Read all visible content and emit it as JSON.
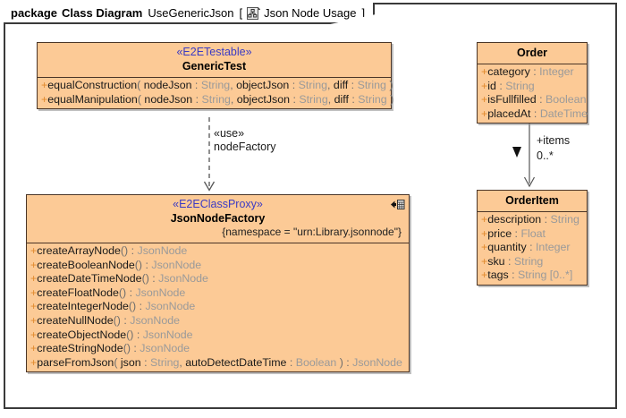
{
  "frame": {
    "keyword": "package",
    "diagram_type": "Class Diagram",
    "diagram_name": "UseGenericJson",
    "bracket_open": "[",
    "bracket_close": "]",
    "view_name": "Json Node Usage",
    "icon": "class-diagram-icon"
  },
  "colors": {
    "class_fill": "#fcca96",
    "class_border": "#4a3527",
    "stereotype": "#3b3bc4",
    "visibility": "#e08a2e",
    "type_text": "#9a9a9a",
    "frame_border": "#3a3a3a",
    "page_background": "#ffffff"
  },
  "classes": [
    {
      "id": "generic-test",
      "stereotype": "«E2ETestable»",
      "name": "GenericTest",
      "tagged_values": "",
      "attributes": [],
      "operations": [
        {
          "visibility": "+",
          "name": "equalConstruction",
          "signature": "( nodeJson : String, objectJson : String, diff : String )",
          "params": [
            {
              "name": "nodeJson",
              "type": "String"
            },
            {
              "name": "objectJson",
              "type": "String"
            },
            {
              "name": "diff",
              "type": "String"
            }
          ],
          "return": ""
        },
        {
          "visibility": "+",
          "name": "equalManipulation",
          "signature": "( nodeJson : String, objectJson : String, diff : String )",
          "params": [
            {
              "name": "nodeJson",
              "type": "String"
            },
            {
              "name": "objectJson",
              "type": "String"
            },
            {
              "name": "diff",
              "type": "String"
            }
          ],
          "return": ""
        }
      ]
    },
    {
      "id": "json-node-factory",
      "stereotype": "«E2EClassProxy»",
      "name": "JsonNodeFactory",
      "tagged_values": "{namespace = \"urn:Library.jsonnode\"}",
      "icon": "class-proxy-icon",
      "attributes": [],
      "operations": [
        {
          "visibility": "+",
          "name": "createArrayNode",
          "signature": "()",
          "return": "JsonNode"
        },
        {
          "visibility": "+",
          "name": "createBooleanNode",
          "signature": "()",
          "return": "JsonNode"
        },
        {
          "visibility": "+",
          "name": "createDateTimeNode",
          "signature": "()",
          "return": "JsonNode"
        },
        {
          "visibility": "+",
          "name": "createFloatNode",
          "signature": "()",
          "return": "JsonNode"
        },
        {
          "visibility": "+",
          "name": "createIntegerNode",
          "signature": "()",
          "return": "JsonNode"
        },
        {
          "visibility": "+",
          "name": "createNullNode",
          "signature": "()",
          "return": "JsonNode"
        },
        {
          "visibility": "+",
          "name": "createObjectNode",
          "signature": "()",
          "return": "JsonNode"
        },
        {
          "visibility": "+",
          "name": "createStringNode",
          "signature": "()",
          "return": "JsonNode"
        },
        {
          "visibility": "+",
          "name": "parseFromJson",
          "signature": "( json : String, autoDetectDateTime : Boolean )",
          "params": [
            {
              "name": "json",
              "type": "String"
            },
            {
              "name": "autoDetectDateTime",
              "type": "Boolean"
            }
          ],
          "return": "JsonNode"
        }
      ]
    },
    {
      "id": "order",
      "stereotype": "",
      "name": "Order",
      "tagged_values": "",
      "attributes": [
        {
          "visibility": "+",
          "name": "category",
          "type": "Integer"
        },
        {
          "visibility": "+",
          "name": "id",
          "type": "String"
        },
        {
          "visibility": "+",
          "name": "isFullfilled",
          "type": "Boolean"
        },
        {
          "visibility": "+",
          "name": "placedAt",
          "type": "DateTime"
        }
      ],
      "operations": []
    },
    {
      "id": "order-item",
      "stereotype": "",
      "name": "OrderItem",
      "tagged_values": "",
      "attributes": [
        {
          "visibility": "+",
          "name": "description",
          "type": "String"
        },
        {
          "visibility": "+",
          "name": "price",
          "type": "Float"
        },
        {
          "visibility": "+",
          "name": "quantity",
          "type": "Integer"
        },
        {
          "visibility": "+",
          "name": "sku",
          "type": "String"
        },
        {
          "visibility": "+",
          "name": "tags",
          "type": "String [0..*]"
        }
      ],
      "operations": []
    }
  ],
  "connectors": [
    {
      "id": "use-dependency",
      "kind": "dependency",
      "from": "GenericTest",
      "to": "JsonNodeFactory",
      "stereotype": "«use»",
      "role": "nodeFactory",
      "style": "dashed",
      "arrow": "open"
    },
    {
      "id": "items-association",
      "kind": "association",
      "from": "Order",
      "to": "OrderItem",
      "role": "+items",
      "multiplicity": "0..*",
      "style": "solid",
      "arrow": "open"
    }
  ]
}
